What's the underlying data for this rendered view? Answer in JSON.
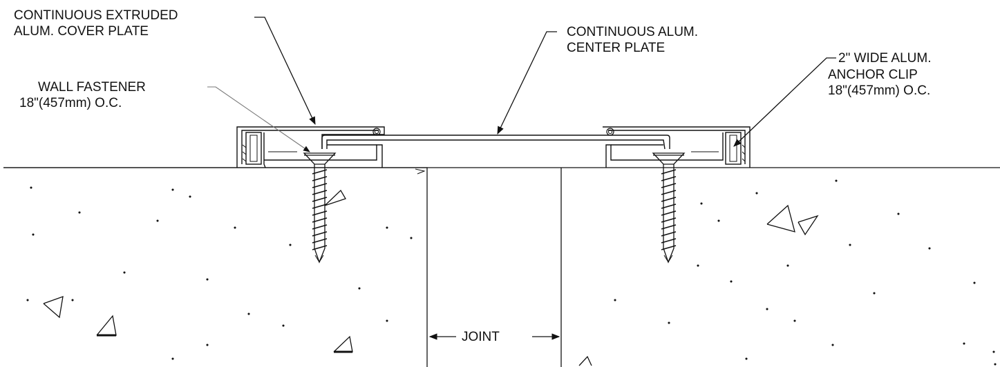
{
  "labels": {
    "cover_plate": {
      "line1": "CONTINUOUS EXTRUDED",
      "line2": "ALUM. COVER PLATE"
    },
    "center_plate": {
      "line1": "CONTINUOUS ALUM.",
      "line2": "CENTER PLATE"
    },
    "wall_fastener": {
      "line1": "WALL FASTENER",
      "line2": "18\"(457mm) O.C."
    },
    "anchor_clip": {
      "line1": "2\" WIDE ALUM.",
      "line2": "ANCHOR CLIP",
      "line3": "18\"(457mm) O.C."
    },
    "joint": "JOINT"
  },
  "colors": {
    "line": "#111111",
    "leader": "#777777",
    "background": "#ffffff"
  }
}
